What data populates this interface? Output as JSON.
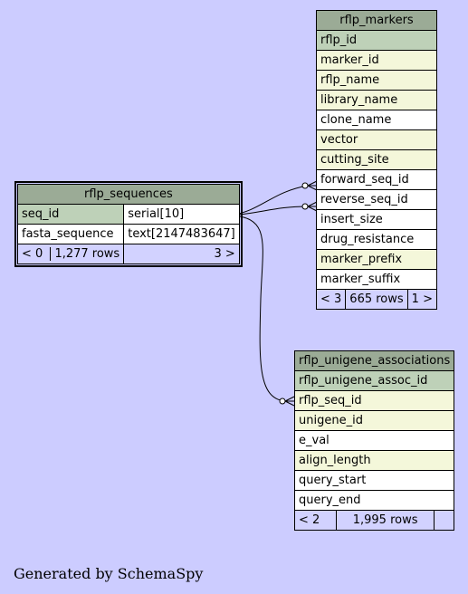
{
  "tables": {
    "rflp_sequences": {
      "name": "rflp_sequences",
      "columns": [
        {
          "name": "seq_id",
          "type": "serial[10]",
          "kind": "pk"
        },
        {
          "name": "fasta_sequence",
          "type": "text[2147483647]",
          "kind": "plain"
        }
      ],
      "footer": {
        "parents": "< 0",
        "rows": "1,277 rows",
        "children": "3 >"
      }
    },
    "rflp_markers": {
      "name": "rflp_markers",
      "columns": [
        {
          "name": "rflp_id",
          "kind": "pk"
        },
        {
          "name": "marker_id",
          "kind": "fk"
        },
        {
          "name": "rflp_name",
          "kind": "fk"
        },
        {
          "name": "library_name",
          "kind": "fk"
        },
        {
          "name": "clone_name",
          "kind": "plain"
        },
        {
          "name": "vector",
          "kind": "fk"
        },
        {
          "name": "cutting_site",
          "kind": "fk"
        },
        {
          "name": "forward_seq_id",
          "kind": "plain"
        },
        {
          "name": "reverse_seq_id",
          "kind": "plain"
        },
        {
          "name": "insert_size",
          "kind": "plain"
        },
        {
          "name": "drug_resistance",
          "kind": "plain"
        },
        {
          "name": "marker_prefix",
          "kind": "fk"
        },
        {
          "name": "marker_suffix",
          "kind": "plain"
        }
      ],
      "footer": {
        "parents": "< 3",
        "rows": "665 rows",
        "children": "1 >"
      }
    },
    "rflp_unigene_associations": {
      "name": "rflp_unigene_associations",
      "columns": [
        {
          "name": "rflp_unigene_assoc_id",
          "kind": "pk"
        },
        {
          "name": "rflp_seq_id",
          "kind": "fk"
        },
        {
          "name": "unigene_id",
          "kind": "fk"
        },
        {
          "name": "e_val",
          "kind": "plain"
        },
        {
          "name": "align_length",
          "kind": "fk"
        },
        {
          "name": "query_start",
          "kind": "plain"
        },
        {
          "name": "query_end",
          "kind": "plain"
        }
      ],
      "footer": {
        "parents": "< 2",
        "rows": "1,995 rows",
        "children": ""
      }
    }
  },
  "generated_by": "Generated by SchemaSpy"
}
